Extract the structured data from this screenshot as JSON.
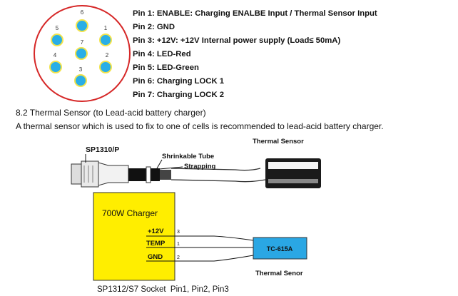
{
  "connector": {
    "pin_numbers": [
      "1",
      "2",
      "3",
      "4",
      "5",
      "6",
      "7"
    ],
    "ring_color": "#d62828",
    "pin_fill": "#29aee6",
    "pin_ring": "#f2e34a"
  },
  "pins": [
    "Pin 1: ENABLE: Charging ENALBE Input / Thermal Sensor Input",
    "Pin 2: GND",
    "Pin 3: +12V: +12V Internal power supply (Load≤ 50mA)",
    "Pin 4: LED-Red",
    "Pin 5: LED-Green",
    "Pin 6: Charging LOCK 1",
    "Pin 7: Charging LOCK 2"
  ],
  "section": {
    "title": "8.2 Thermal Sensor (to Lead-acid battery charger)",
    "description": "A thermal sensor which is used to fix to one of cells is recommended to lead-acid battery charger."
  },
  "diagram": {
    "plug_label": "SP1310/P",
    "tube_label": "Shrinkable Tube",
    "strapping_label": "Strapping",
    "sensor_top_label": "Thermal Sensor",
    "charger_label": "700W Charger",
    "charger_fill": "#ffee00",
    "terminals": [
      {
        "name": "+12V",
        "pin": "3"
      },
      {
        "name": "TEMP",
        "pin": "1"
      },
      {
        "name": "GND",
        "pin": "2"
      }
    ],
    "tc_label": "TC-615A",
    "tc_fill": "#2aa7e4",
    "sensor_bottom_label": "Thermal Senor",
    "socket_label": "SP1312/S7 Socket  Pin1, Pin2, Pin3"
  }
}
